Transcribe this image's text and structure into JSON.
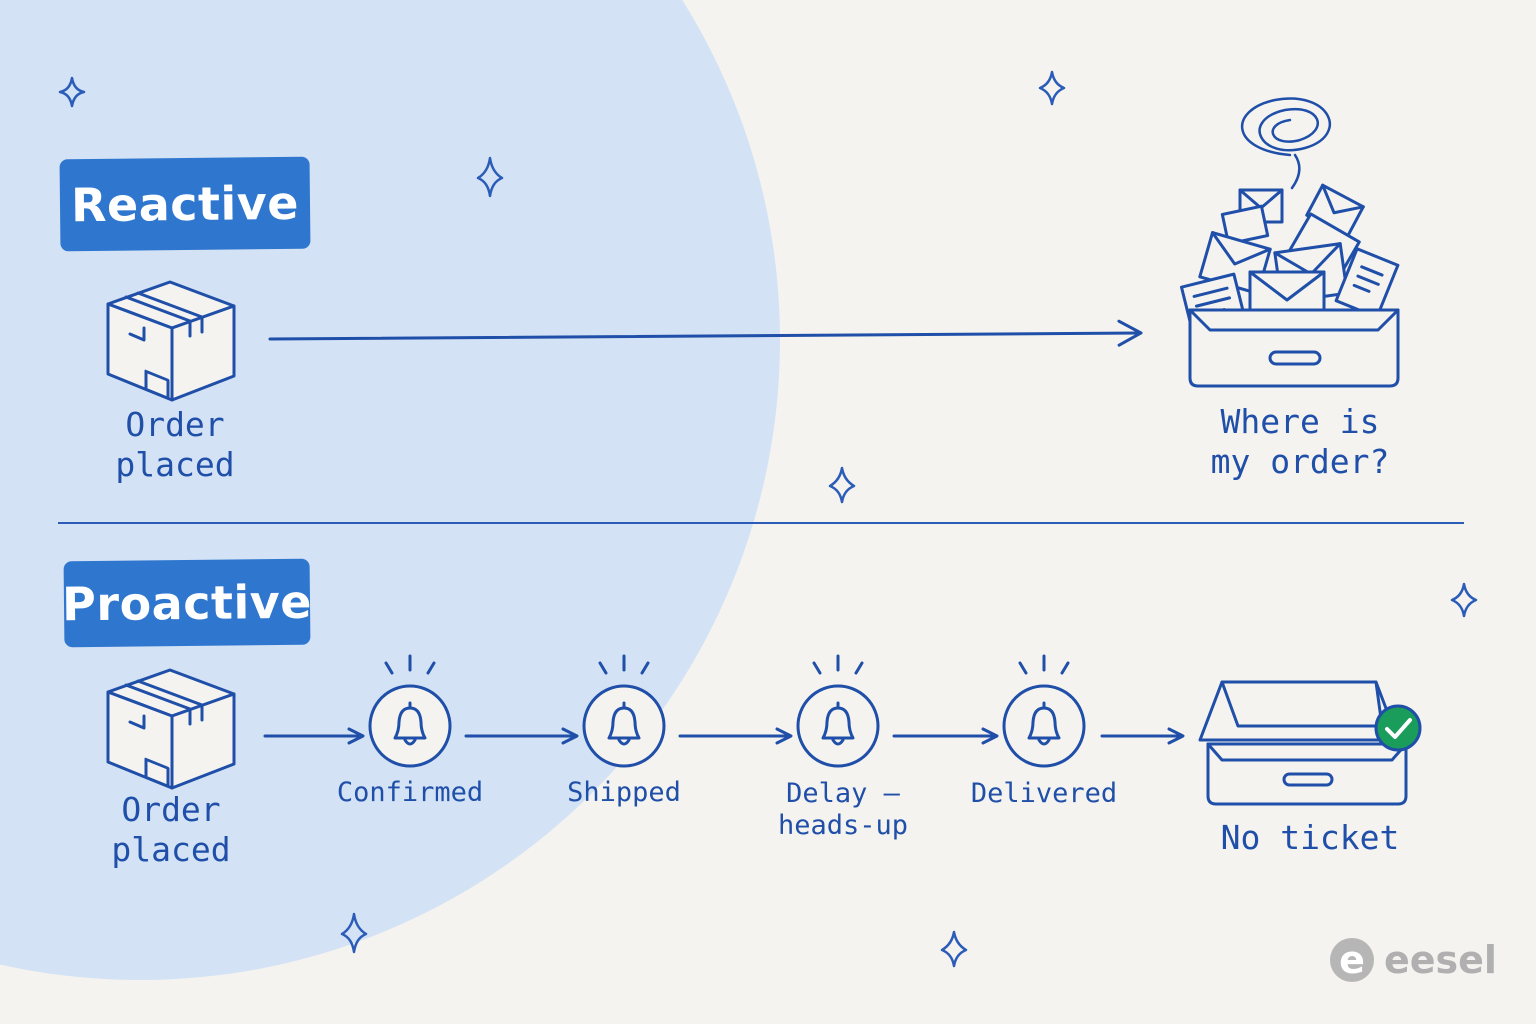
{
  "reactive": {
    "title": "Reactive",
    "start_label": "Order\nplaced",
    "end_label": "Where is\nmy order?"
  },
  "proactive": {
    "title": "Proactive",
    "start_label": "Order\nplaced",
    "steps": [
      "Confirmed",
      "Shipped",
      "Delay —\nheads-up",
      "Delivered"
    ],
    "end_label": "No ticket"
  },
  "brand": {
    "mark": "e",
    "name": "eesel"
  },
  "colors": {
    "ink": "#1f4fa8",
    "accent": "#2f76cf",
    "halo": "#d3e2f4",
    "background": "#f4f3f0",
    "check": "#1a9c5a"
  },
  "icons": [
    "box-icon",
    "arrow-icon",
    "inbox-overflow-icon",
    "bell-icon",
    "empty-tray-icon",
    "check-icon",
    "sparkle-icon",
    "scribble-icon"
  ]
}
